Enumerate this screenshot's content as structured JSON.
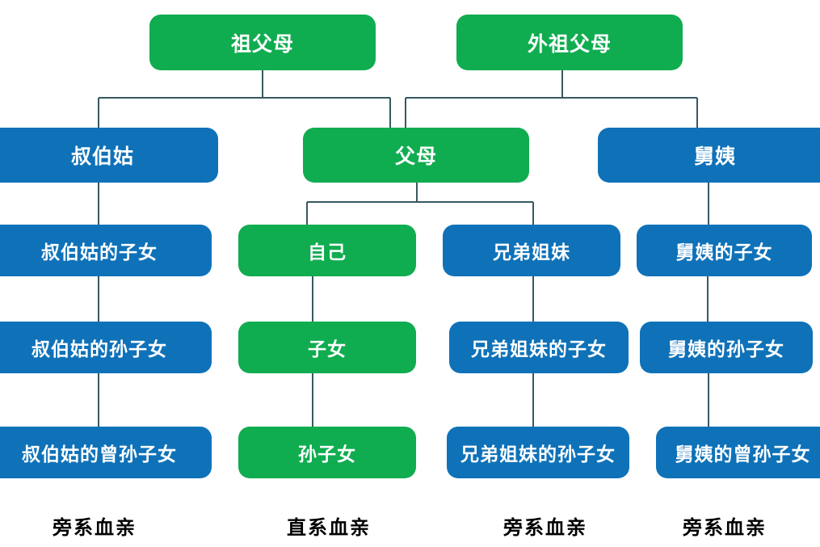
{
  "diagram": {
    "description": "Chinese kinship chart: direct vs collateral blood relatives",
    "colors": {
      "direct": "#10ac50",
      "collateral": "#0f72b9",
      "connector": "#375962",
      "node_text": "#ffffff",
      "footer_text": "#000000"
    },
    "nodes": [
      {
        "label": "祖父母",
        "type": "direct"
      },
      {
        "label": "外祖父母",
        "type": "direct"
      },
      {
        "label": "叔伯姑",
        "type": "collateral"
      },
      {
        "label": "父母",
        "type": "direct"
      },
      {
        "label": "舅姨",
        "type": "collateral"
      },
      {
        "label": "叔伯姑的子女",
        "type": "collateral"
      },
      {
        "label": "自己",
        "type": "direct"
      },
      {
        "label": "兄弟姐妹",
        "type": "collateral"
      },
      {
        "label": "舅姨的子女",
        "type": "collateral"
      },
      {
        "label": "叔伯姑的孙子女",
        "type": "collateral"
      },
      {
        "label": "子女",
        "type": "direct"
      },
      {
        "label": "兄弟姐妹的子女",
        "type": "collateral"
      },
      {
        "label": "舅姨的孙子女",
        "type": "collateral"
      },
      {
        "label": "叔伯姑的曾孙子女",
        "type": "collateral"
      },
      {
        "label": "孙子女",
        "type": "direct"
      },
      {
        "label": "兄弟姐妹的孙子女",
        "type": "collateral"
      },
      {
        "label": "舅姨的曾孙子女",
        "type": "collateral"
      }
    ],
    "footers": [
      "旁系血亲",
      "直系血亲",
      "旁系血亲",
      "旁系血亲"
    ]
  }
}
